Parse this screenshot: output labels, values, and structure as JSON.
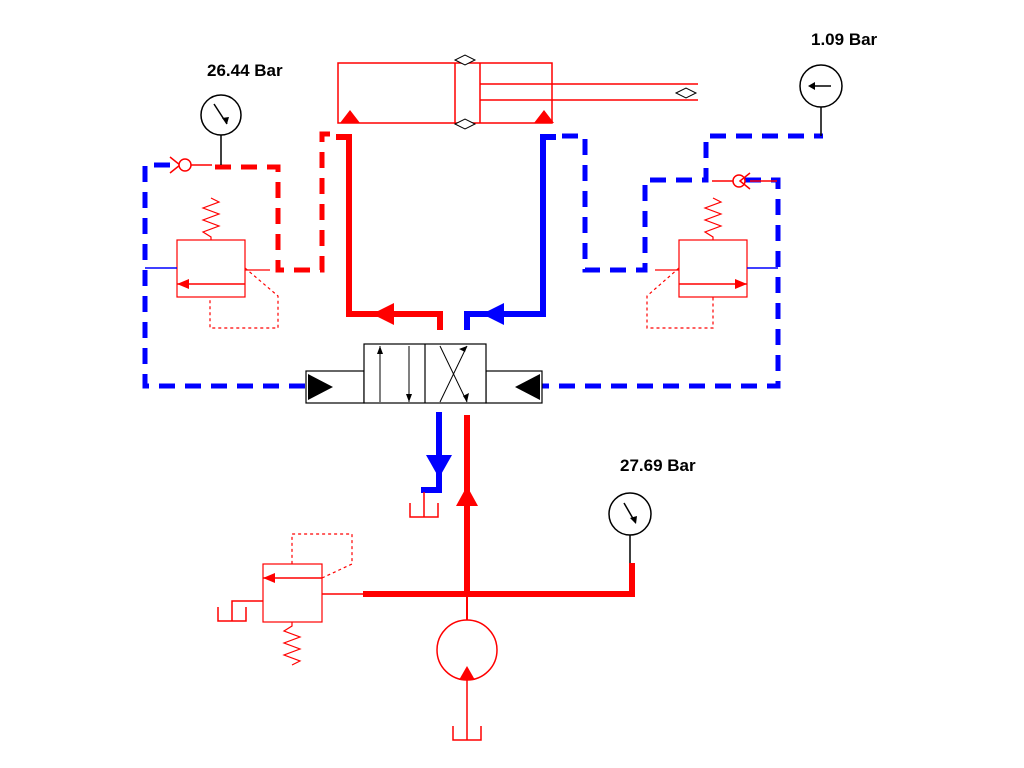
{
  "gauges": {
    "left_gauge": {
      "value": "26.44",
      "unit": "Bar"
    },
    "right_gauge": {
      "value": "1.09",
      "unit": "Bar"
    },
    "pump_gauge": {
      "value": "27.69",
      "unit": "Bar"
    }
  },
  "colors": {
    "pressure_line": "#ff0000",
    "return_line": "#0000ff",
    "symbol": "#000000",
    "background": "#ffffff"
  }
}
